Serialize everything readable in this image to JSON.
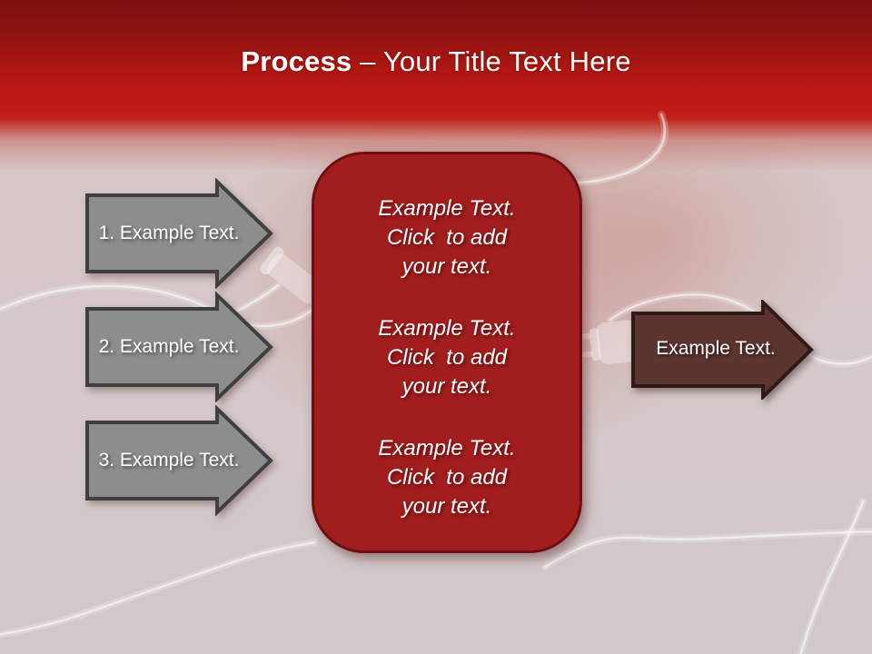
{
  "title": {
    "emphasis": "Process",
    "rest": " – Your Title Text Here"
  },
  "left_arrows": [
    {
      "label": "1. Example Text."
    },
    {
      "label": "2. Example Text."
    },
    {
      "label": "3. Example Text."
    }
  ],
  "center_box": {
    "blocks": [
      {
        "lines": [
          "Example Text.",
          "Click  to add",
          "your text."
        ]
      },
      {
        "lines": [
          "Example Text.",
          "Click  to add",
          "your text."
        ]
      },
      {
        "lines": [
          "Example Text.",
          "Click  to add",
          "your text."
        ]
      }
    ]
  },
  "right_arrow": {
    "label": "Example Text."
  },
  "colors": {
    "header-top": "#7D100E",
    "header-red": "#C01915",
    "bg": "#D4C8C8",
    "bg-tint": "#C98179",
    "box-fill": "#A21D1D",
    "box-border": "#6D0F12",
    "gray-fill": "#8D8D8D",
    "gray-border": "#3F3F3F",
    "right-fill": "#5C3430",
    "right-border": "#2E1A17",
    "text": "#FFFFFF"
  }
}
